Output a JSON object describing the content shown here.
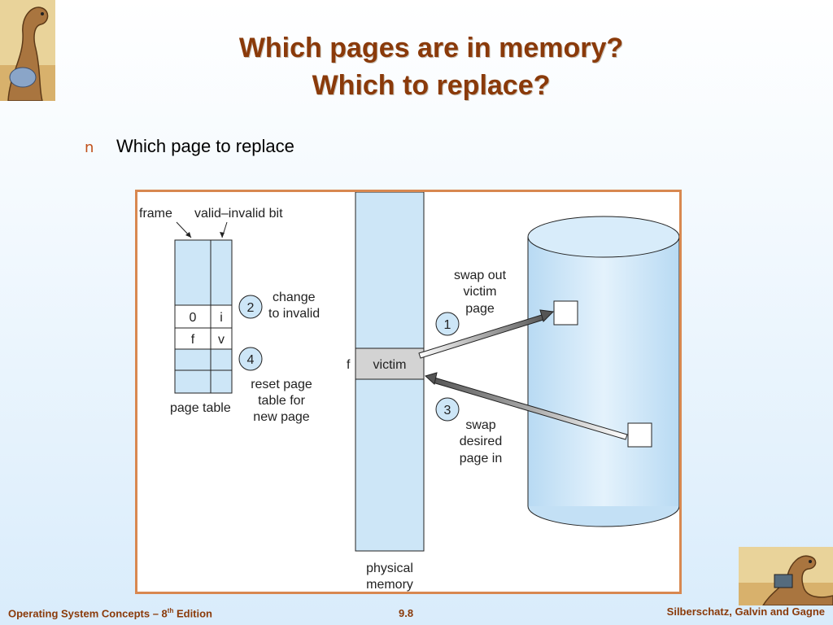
{
  "slide": {
    "title_line1": "Which pages are in memory?",
    "title_line2": "Which to replace?",
    "bullet_marker": "n",
    "bullet_text": "Which page to replace"
  },
  "diagram": {
    "label_frame": "frame",
    "label_valid_invalid": "valid–invalid bit",
    "page_table_label": "page table",
    "row_0_frame": "0",
    "row_0_bit": "i",
    "row_f_frame": "f",
    "row_f_bit": "v",
    "step2_number": "2",
    "step2_line1": "change",
    "step2_line2": "to invalid",
    "step4_number": "4",
    "step4_line1": "reset page",
    "step4_line2": "table for",
    "step4_line3": "new page",
    "frame_f_label": "f",
    "victim_label": "victim",
    "physical_memory_line1": "physical",
    "physical_memory_line2": "memory",
    "step1_number": "1",
    "step1_line1": "swap out",
    "step1_line2": "victim",
    "step1_line3": "page",
    "step3_number": "3",
    "step3_line1": "swap",
    "step3_line2": "desired",
    "step3_line3": "page in"
  },
  "footer": {
    "book_title_prefix": "Operating System Concepts – 8",
    "book_title_sup": "th",
    "book_title_suffix": " Edition",
    "slide_number": "9.8",
    "authors": "Silberschatz, Galvin and Gagne"
  },
  "colors": {
    "title": "#8a3a0a",
    "light_blue_fill": "#cde6f7",
    "disk_fill": "#cfe7f8",
    "victim_fill": "#d3d3d3",
    "frame_border": "#d88850"
  }
}
